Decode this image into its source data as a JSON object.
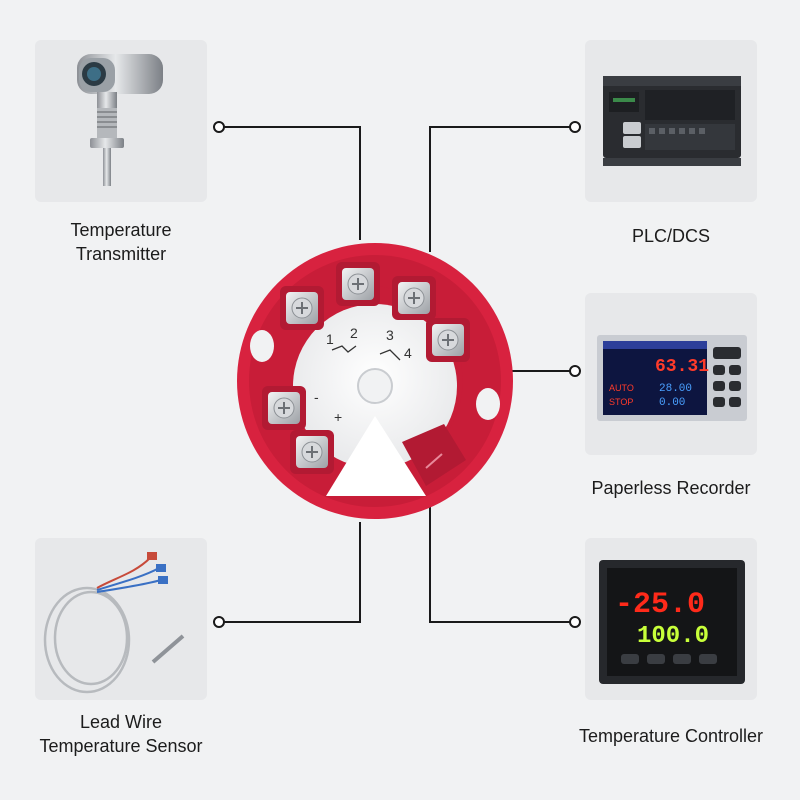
{
  "devices": {
    "temperature_transmitter": {
      "label_line1": "Temperature",
      "label_line2": "Transmitter"
    },
    "plc_dcs": {
      "label": "PLC/DCS"
    },
    "paperless_recorder": {
      "label": "Paperless Recorder",
      "display_main": "63.31",
      "mode_auto": "AUTO",
      "mode_stop": "STOP",
      "readout_a": "28.00",
      "readout_b": "0.00"
    },
    "lead_wire_sensor": {
      "label_line1": "Lead Wire",
      "label_line2": "Temperature Sensor"
    },
    "temperature_controller": {
      "label": "Temperature Controller",
      "pv_display": "-25.0",
      "sv_display": "100.0"
    }
  },
  "transmitter_module": {
    "terminal_numbers": [
      "1",
      "2",
      "3",
      "4"
    ],
    "polarity_minus": "-",
    "polarity_plus": "+"
  },
  "colors": {
    "background": "#f1f2f3",
    "card": "#e7e8ea",
    "module_red": "#d8223f",
    "connector_line": "#1a1a1a",
    "led_red": "#ff2a1a",
    "led_green": "#c8ff3a"
  }
}
